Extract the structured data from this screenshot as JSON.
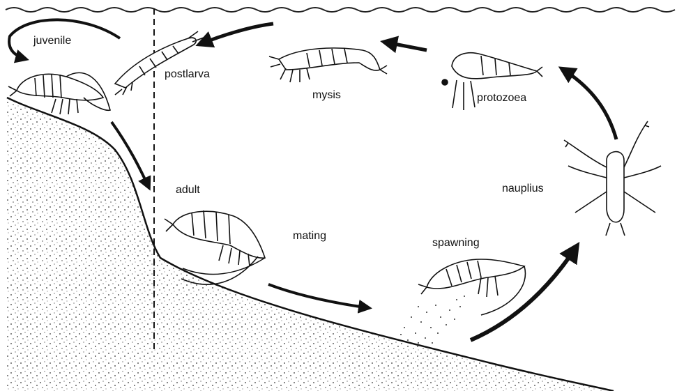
{
  "diagram": {
    "stages": {
      "juvenile": "juvenile",
      "postlarva": "postlarva",
      "mysis": "mysis",
      "protozoea": "protozoea",
      "nauplius": "nauplius",
      "adult": "adult",
      "mating": "mating",
      "spawning": "spawning"
    },
    "colors": {
      "ink": "#111111",
      "background": "#ffffff",
      "sediment": "#333333"
    }
  }
}
